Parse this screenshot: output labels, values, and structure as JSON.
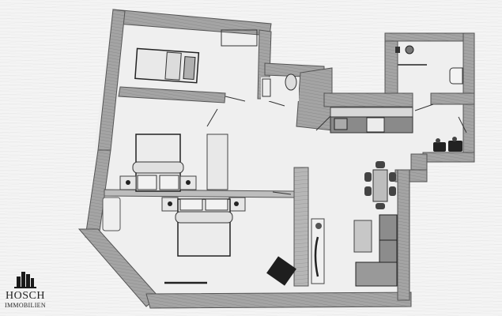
{
  "plan": {
    "type": "floor-plan-sketch",
    "style": "pencil-sketch",
    "colors": {
      "paper": "#f4f4f4",
      "wall": "#9a9a9a",
      "wall_dark": "#6e6e6e",
      "line": "#2a2a2a",
      "furniture_dark": "#1e1e1e",
      "floor": "#ededed"
    },
    "rooms": [
      {
        "id": "bedroom-top",
        "furniture": [
          "single-bed",
          "wardrobe"
        ]
      },
      {
        "id": "bedroom-middle",
        "furniture": [
          "double-bed",
          "nightstands",
          "wardrobe"
        ]
      },
      {
        "id": "bedroom-main",
        "furniture": [
          "double-bed",
          "nightstands",
          "armchair",
          "tv-bench"
        ]
      },
      {
        "id": "toilet",
        "furniture": [
          "toilet",
          "sink"
        ]
      },
      {
        "id": "bathroom",
        "furniture": [
          "shower",
          "sink"
        ]
      },
      {
        "id": "kitchen",
        "furniture": [
          "kitchen-counter",
          "sink",
          "stove"
        ]
      },
      {
        "id": "living-dining",
        "furniture": [
          "dining-table",
          "chairs",
          "sofa",
          "coffee-table",
          "tv-unit"
        ]
      },
      {
        "id": "utility",
        "furniture": [
          "washing-machine",
          "dryer"
        ]
      }
    ]
  },
  "logo": {
    "icon": "building-skyline-icon",
    "name": "HOSCH",
    "subtitle": "IMMOBILIEN"
  }
}
